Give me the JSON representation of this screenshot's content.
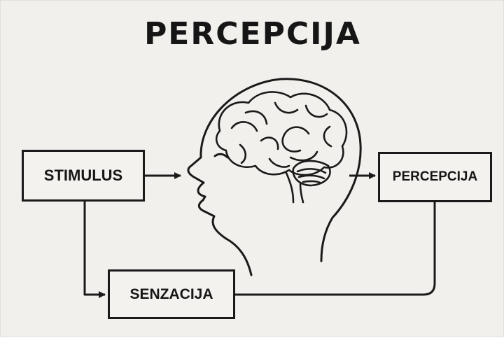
{
  "diagram": {
    "title": "PERCEPCIJA",
    "nodes": {
      "stimulus": "STIMULUS",
      "percepcija": "PERCEPCIJA",
      "senzacija": "SENZACIJA"
    },
    "edges": [
      {
        "from": "stimulus",
        "to": "head"
      },
      {
        "from": "head",
        "to": "percepcija"
      },
      {
        "from": "stimulus",
        "to": "senzacija"
      },
      {
        "from": "senzacija",
        "to": "percepcija"
      }
    ]
  }
}
